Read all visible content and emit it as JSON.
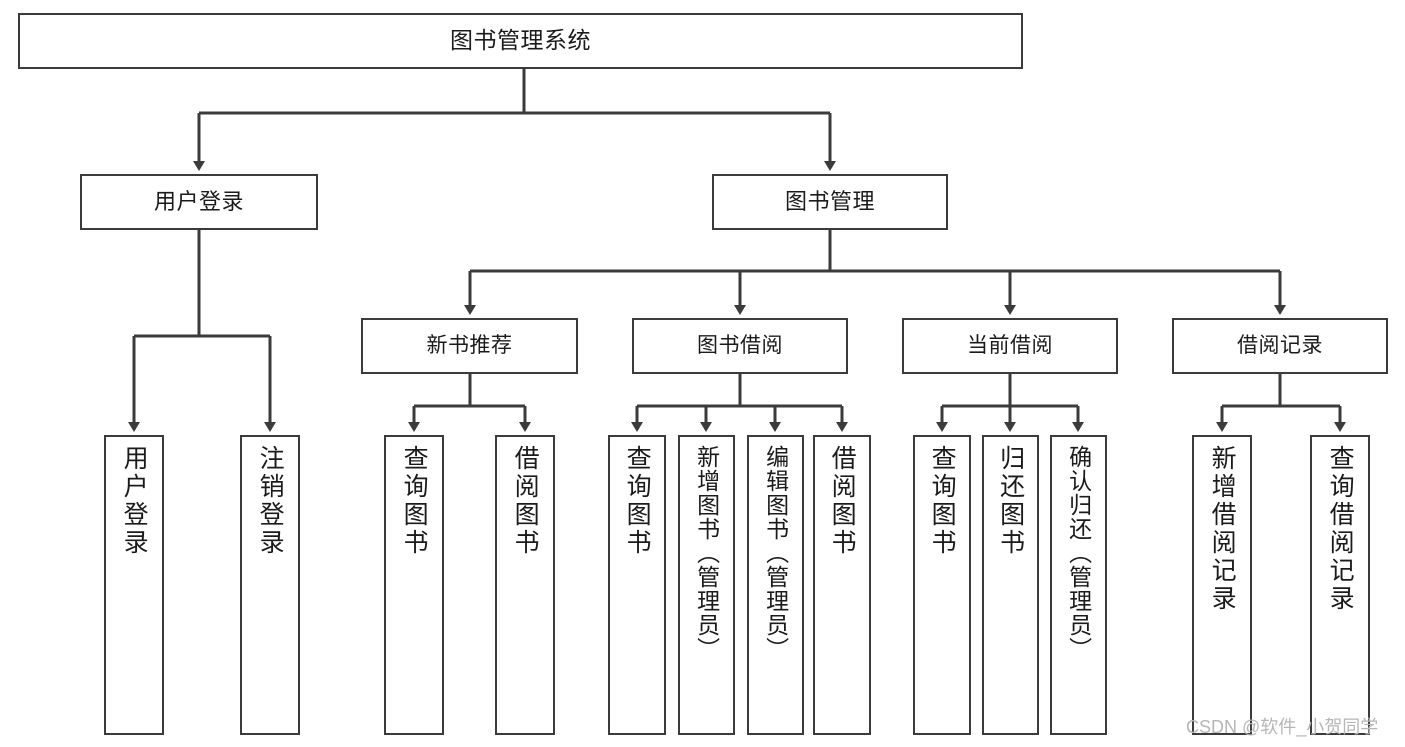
{
  "diagram": {
    "title": "图书管理系统",
    "type": "tree",
    "background_color": "#ffffff",
    "stroke_color": "#3b3b3b",
    "text_color": "#1b1b1b",
    "root": {
      "id": "root",
      "label": "图书管理系统"
    },
    "level1": [
      {
        "id": "user-login",
        "label": "用户登录"
      },
      {
        "id": "book-manage",
        "label": "图书管理"
      }
    ],
    "level2": [
      {
        "id": "new-rec",
        "label": "新书推荐"
      },
      {
        "id": "borrow",
        "label": "图书借阅"
      },
      {
        "id": "current",
        "label": "当前借阅"
      },
      {
        "id": "record",
        "label": "借阅记录"
      }
    ],
    "leaves": {
      "user_login": [
        {
          "id": "leaf-user-login",
          "label": "用户登录"
        },
        {
          "id": "leaf-user-logout",
          "label": "注销登录"
        }
      ],
      "new_rec": [
        {
          "id": "leaf-query-book-1",
          "label": "查询图书"
        },
        {
          "id": "leaf-borrow-book-1",
          "label": "借阅图书"
        }
      ],
      "borrow": [
        {
          "id": "leaf-query-book-2",
          "label": "查询图书"
        },
        {
          "id": "leaf-add-book",
          "label": "新增图书（管理员）"
        },
        {
          "id": "leaf-edit-book",
          "label": "编辑图书（管理员）"
        },
        {
          "id": "leaf-borrow-book-2",
          "label": "借阅图书"
        }
      ],
      "current": [
        {
          "id": "leaf-query-book-3",
          "label": "查询图书"
        },
        {
          "id": "leaf-return-book",
          "label": "归还图书"
        },
        {
          "id": "leaf-confirm-return",
          "label": "确认归还（管理员）"
        }
      ],
      "record": [
        {
          "id": "leaf-add-record",
          "label": "新增借阅记录"
        },
        {
          "id": "leaf-query-record",
          "label": "查询借阅记录"
        }
      ]
    }
  },
  "watermark": {
    "text": "CSDN @软件_小贺同学",
    "color": "#b6b6b6"
  }
}
